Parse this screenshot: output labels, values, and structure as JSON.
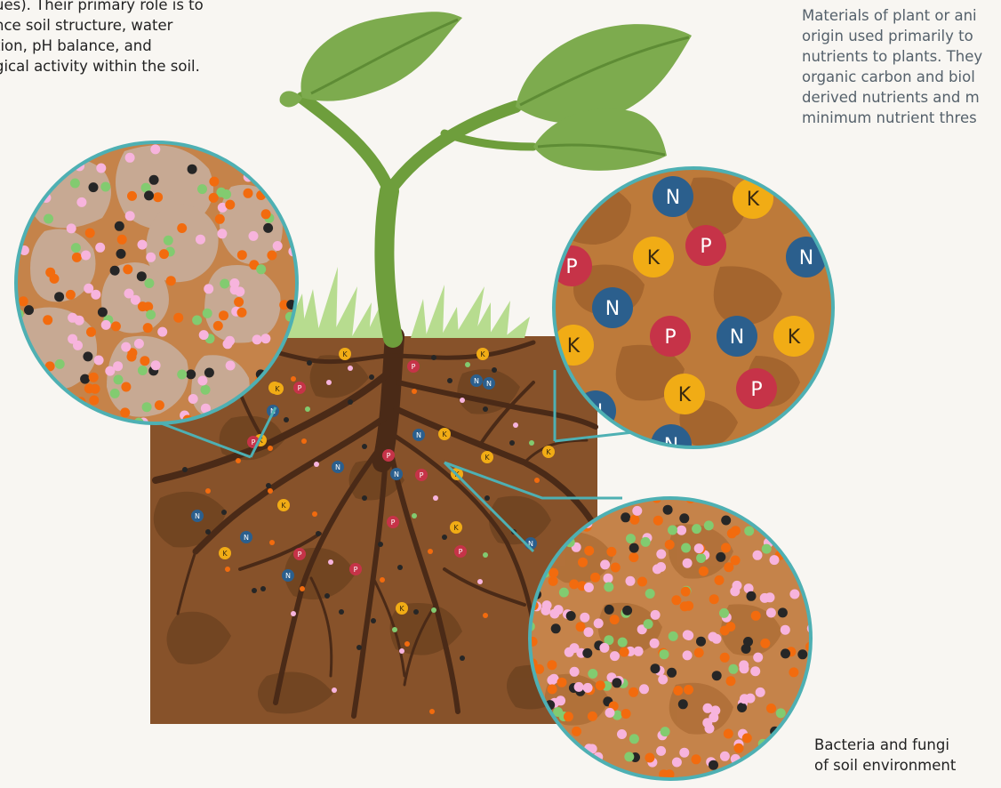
{
  "text_left": {
    "lines": [
      "ues). Their primary role is to",
      "nce soil structure, water",
      "tion, pH balance, and",
      "gical activity within the soil."
    ]
  },
  "text_right": {
    "lines": [
      "Materials of plant or ani",
      "origin used primarily to",
      "nutrients to plants. They",
      "organic carbon and biol",
      "derived nutrients and m",
      "minimum nutrient thres"
    ]
  },
  "caption": {
    "line1": "Bacteria and fungi",
    "line2": "of soil environment"
  },
  "nutrient_letters": {
    "nitrogen": "N",
    "phosphorus": "P",
    "potassium": "K"
  },
  "colors": {
    "background": "#f8f6f2",
    "soil": "#87522a",
    "soil_dark": "#6d4220",
    "root": "#4a2a17",
    "leaf": "#7dab4e",
    "stem": "#6e9e3c",
    "grass": "#b7dc8f",
    "lens_border": "#4eb0b3",
    "nitrogen": "#2b5f8d",
    "phosphorus": "#c63348",
    "potassium": "#f1ac15",
    "particle_orange": "#f26b0e",
    "particle_pink": "#f7b4dd",
    "particle_green": "#82cb70",
    "particle_black": "#262626"
  }
}
